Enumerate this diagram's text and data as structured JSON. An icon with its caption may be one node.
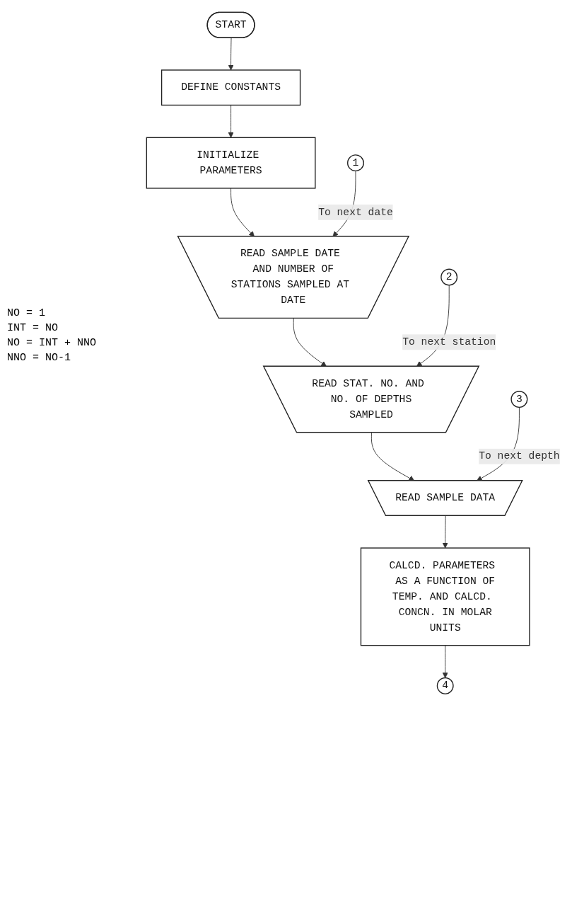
{
  "diagram": {
    "nodes": [
      {
        "text": [
          "START"
        ]
      },
      {
        "text": [
          "DEFINE CONSTANTS"
        ]
      },
      {
        "text": [
          "INITIALIZE PARAMETERS"
        ]
      },
      {
        "text": [
          "1"
        ]
      },
      {
        "text": [
          "READ SAMPLE DATE AND NUMBER OF STATIONS SAMPLED AT DATE"
        ]
      },
      {
        "text": [
          "2"
        ]
      },
      {
        "text": [
          "READ STAT. NO. AND NO. OF DEPTHS SAMPLED"
        ]
      },
      {
        "text": [
          "3"
        ]
      },
      {
        "text": [
          "READ SAMPLE DATA"
        ]
      },
      {
        "text": [
          "CALCD. PARAMETERS AS A FUNCTION OF TEMP. AND CALCD. CONCN. IN MOLAR UNITS"
        ]
      },
      {
        "text": [
          "4"
        ]
      }
    ],
    "edges": [
      {
        "from": 0,
        "to": 1,
        "arrow": "to"
      },
      {
        "from": 1,
        "to": 2,
        "arrow": "to"
      },
      {
        "from": 2,
        "to": 4,
        "arrow": "to"
      },
      {
        "from": 3,
        "to": 4,
        "arrow": "to",
        "label": "To next date"
      },
      {
        "from": 4,
        "to": 6,
        "arrow": "to"
      },
      {
        "from": 5,
        "to": 6,
        "arrow": "to",
        "label": "To next station"
      },
      {
        "from": 6,
        "to": 8,
        "arrow": "to"
      },
      {
        "from": 7,
        "to": 8,
        "arrow": "to",
        "label": "To next depth"
      },
      {
        "from": 8,
        "to": 9,
        "arrow": "to"
      },
      {
        "from": 9,
        "to": 10,
        "arrow": "to"
      }
    ],
    "labels": [
      "NO = 1",
      "INT = NO",
      "NO = INT + NNO",
      "NNO = NO-1"
    ]
  }
}
